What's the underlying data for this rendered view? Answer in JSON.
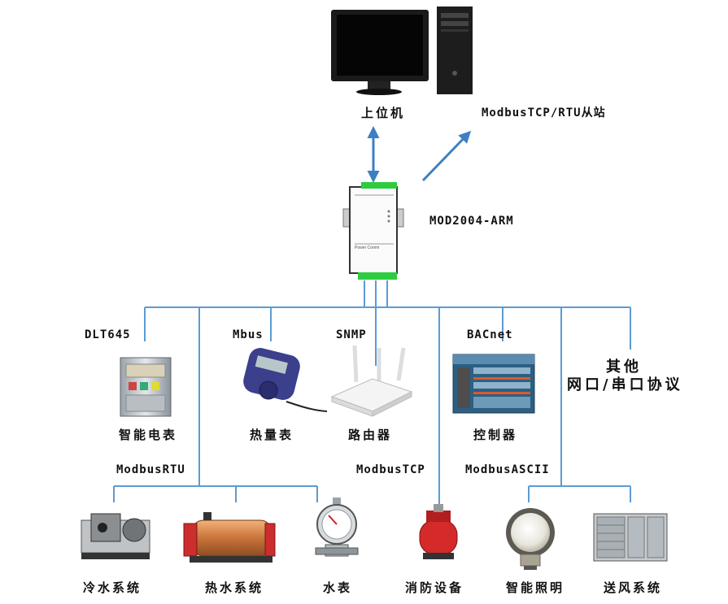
{
  "top": {
    "host_label": "上位机",
    "slave_label": "ModbusTCP/RTU从站"
  },
  "gateway": {
    "model_label": "MOD2004-ARM",
    "device_text": "Power  Comm"
  },
  "protocols": {
    "dlt645": "DLT645",
    "mbus": "Mbus",
    "snmp": "SNMP",
    "bacnet": "BACnet",
    "other_line1": "其他",
    "other_line2": "网口/串口协议",
    "modbus_rtu": "ModbusRTU",
    "modbus_tcp": "ModbusTCP",
    "modbus_ascii": "ModbusASCII"
  },
  "devices_row1": {
    "smart_meter": "智能电表",
    "heat_meter": "热量表",
    "router": "路由器",
    "controller": "控制器"
  },
  "devices_row2": {
    "chiller": "冷水系统",
    "hot_water": "热水系统",
    "water_meter": "水表",
    "fire_equipment": "消防设备",
    "smart_lighting": "智能照明",
    "air_supply": "送风系统"
  },
  "colors": {
    "line": "#5b9bd5",
    "arrow": "#3d7fc4",
    "text": "#111111"
  }
}
